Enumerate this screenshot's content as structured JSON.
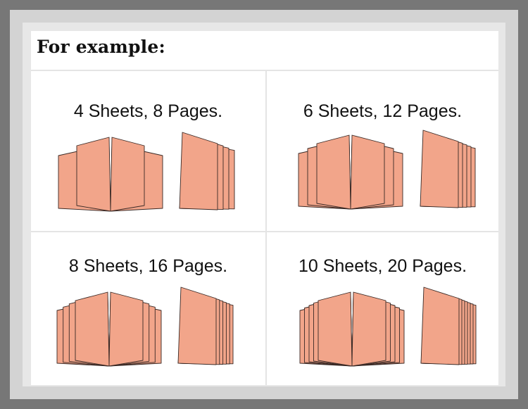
{
  "heading": "For example:",
  "examples": [
    {
      "label": "4 Sheets, 8 Pages.",
      "sheets": 4,
      "pages": 8
    },
    {
      "label": "6 Sheets, 12 Pages.",
      "sheets": 6,
      "pages": 12
    },
    {
      "label": "8 Sheets, 16 Pages.",
      "sheets": 8,
      "pages": 16
    },
    {
      "label": "10 Sheets, 20 Pages.",
      "sheets": 10,
      "pages": 20
    }
  ],
  "colors": {
    "page_fill": "#f2a58a",
    "page_stroke": "#3a2a26"
  }
}
